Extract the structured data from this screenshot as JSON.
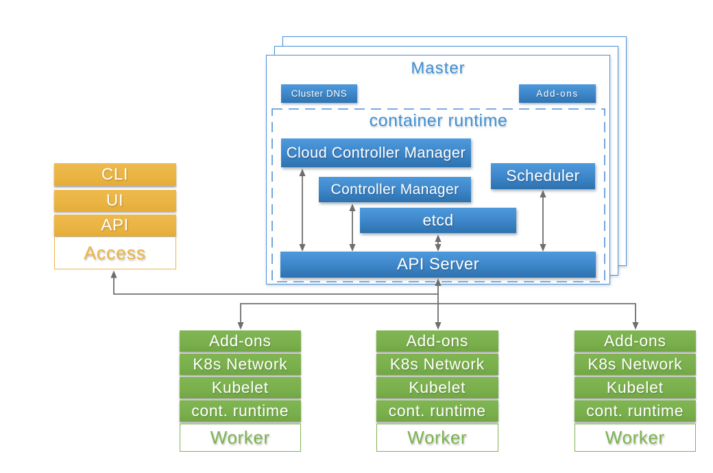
{
  "diagram": {
    "master": {
      "title": "Master",
      "cluster_dns_label": "Cluster DNS",
      "addons_label": "Add-ons",
      "runtime": {
        "title": "container runtime",
        "cloud_controller_manager": "Cloud Controller Manager",
        "controller_manager": "Controller Manager",
        "etcd": "etcd",
        "scheduler": "Scheduler",
        "api_server": "API Server"
      }
    },
    "access": {
      "rows": [
        "CLI",
        "UI",
        "API"
      ],
      "label": "Access"
    },
    "workers": [
      {
        "rows": [
          "Add-ons",
          "K8s Network",
          "Kubelet",
          "cont. runtime"
        ],
        "label": "Worker"
      },
      {
        "rows": [
          "Add-ons",
          "K8s Network",
          "Kubelet",
          "cont. runtime"
        ],
        "label": "Worker"
      },
      {
        "rows": [
          "Add-ons",
          "K8s Network",
          "Kubelet",
          "cont. runtime"
        ],
        "label": "Worker"
      }
    ],
    "colors": {
      "component_blue": "#3c85c8",
      "border_blue": "#4a90d8",
      "title_blue": "#4190d3",
      "access_orange": "#ebb444",
      "worker_green": "#7cb34e",
      "arrow_gray": "#6e6e6e"
    }
  }
}
